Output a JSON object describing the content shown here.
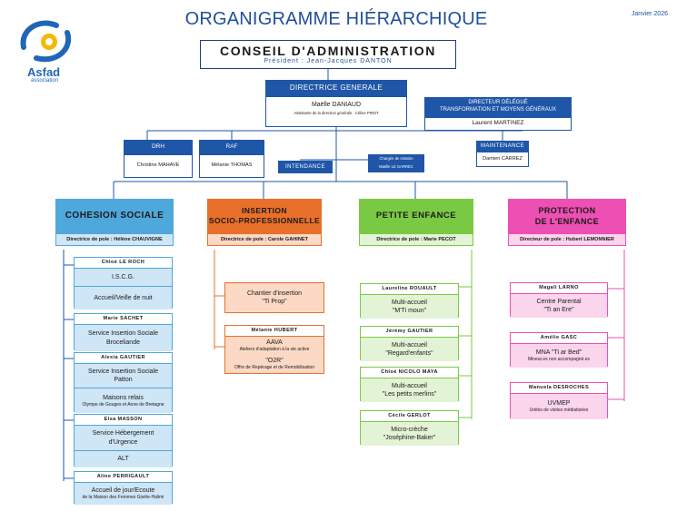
{
  "header": {
    "title": "ORGANIGRAMME HIÉRARCHIQUE",
    "date": "Janvier 2026"
  },
  "logo": {
    "name": "Asfad",
    "sub": "association"
  },
  "conseil": {
    "title": "CONSEIL D'ADMINISTRATION",
    "subtitle": "Président : Jean-Jacques DANTON"
  },
  "dg": {
    "title": "DIRECTRICE GENERALE",
    "name": "Maëlle DANIAUD",
    "assistant": "Assistante de la direction générale : Céline PIROT"
  },
  "ddt": {
    "title_line1": "DIRECTEUR DÉLÉGUÉ",
    "title_line2": "TRANSFORMATION ET MOYENS GÉNÉRAUX",
    "name": "Laurent MARTINEZ"
  },
  "maintenance": {
    "title": "MAINTENANCE",
    "name": "Damien CARREZ"
  },
  "drh": {
    "title": "DRH",
    "name": "Christine MAHAVE"
  },
  "raf": {
    "title": "RAF",
    "name": "Mélanie THOMAS"
  },
  "intendance": {
    "title": "INTENDANCE"
  },
  "mission": {
    "title": "Chargée de mission",
    "name": "Maëlle LE GARREC"
  },
  "poles": {
    "cohesion": {
      "title": "COHESION SOCIALE",
      "director": "Directrice de pole : Hélène CHAUVIGNE",
      "cards": [
        {
          "name": "Chloé LE ROCH",
          "s1": "I.S.C.G.",
          "s2": "Accueil/Veille de nuit"
        },
        {
          "name": "Marie SACHET",
          "s1a": "Service Insertion Sociale",
          "s1b": "Broceliande"
        },
        {
          "name": "Alexia GAUTIER",
          "s1a": "Service Insertion Sociale",
          "s1b": "Patton",
          "s2a": "Maisons relais",
          "s2b": "Olympe de Gouges et Anne de Bretagne"
        },
        {
          "name": "Elsa MASSON",
          "s1a": "Service Hébergement",
          "s1b": "d'Urgence",
          "s2": "ALT"
        },
        {
          "name": "Aline PERRIGAULT",
          "s1a": "Accueil de jour/Ecoute",
          "s1b": "de la Maison des Femmes Gisèle-Halimi"
        }
      ]
    },
    "insertion": {
      "title_line1": "INSERTION",
      "title_line2": "SOCIO-PROFESSIONNELLE",
      "director": "Directrice de pole : Carole GAHINET",
      "chantier_a": "Chantier d'insertion",
      "chantier_b": "\"Ti Prop\"",
      "card": {
        "name": "Mélanie HUBERT",
        "s1": "AAVA",
        "s1b": "Ateliers d'adaptation à la vie active",
        "s2": "\"O2R\"",
        "s2b": "Offre de Repérage et de Remobilisation"
      }
    },
    "petite": {
      "title": "PETITE ENFANCE",
      "director": "Directrice de pole : Marie PECOT",
      "cards": [
        {
          "name": "Laureline ROUAULT",
          "s1": "Multi-accueil",
          "s2": "\"M'Ti moun\""
        },
        {
          "name": "Jérémy GAUTIER",
          "s1": "Multi-accueil",
          "s2": "\"Regard'enfants\""
        },
        {
          "name": "Chloé NICOLO MAYA",
          "s1": "Multi-accueil",
          "s2": "\"Les petits merlins\""
        },
        {
          "name": "Cécile GERLOT",
          "s1": "Micro-crèche",
          "s2": "\"Joséphine-Baker\""
        }
      ]
    },
    "protection": {
      "title_line1": "PROTECTION",
      "title_line2": "DE L'ENFANCE",
      "director": "Directeur de pole : Hubert LEMONNIER",
      "cards": [
        {
          "name": "Magali LARNO",
          "s1": "Centre Parental",
          "s2": "\"Ti an Ere\""
        },
        {
          "name": "Amélie GASC",
          "s1": "MNA \"Ti ar Bed\"",
          "s2": "Mineur.es non accompagné.es"
        },
        {
          "name": "Manuela DESROCHES",
          "s1": "UVMEP",
          "s2": "Unités de visites médiatisées"
        }
      ]
    }
  },
  "colors": {
    "blue": "#1f56a8",
    "cohesion": "#4fa8dc",
    "cohesion_light": "#cfe6f6",
    "insertion": "#e8702a",
    "insertion_light": "#fbd9c5",
    "petite": "#7ac943",
    "petite_light": "#e3f3d6",
    "protection": "#ee4fb2",
    "protection_light": "#fbd5ec"
  }
}
